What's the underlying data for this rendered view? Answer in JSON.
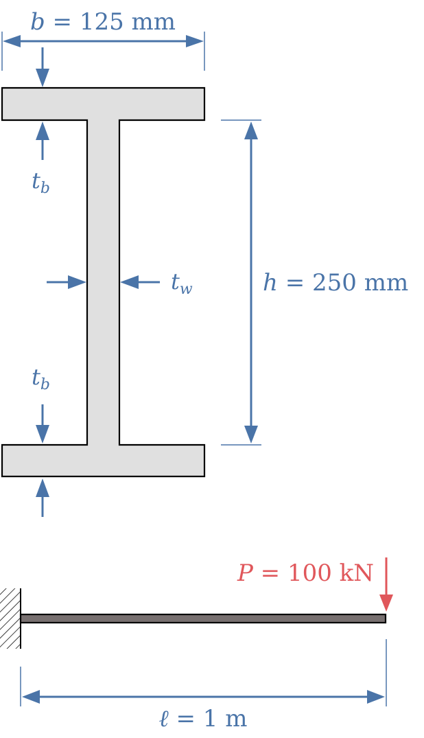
{
  "colors": {
    "dimension": "#4a74a8",
    "load": "#e0575b",
    "section_fill": "#e0e0e0",
    "beam_fill": "#787070",
    "outline": "#000000"
  },
  "cross_section": {
    "width_label": {
      "symbol": "b",
      "eq": " = ",
      "value": "125 mm"
    },
    "height_label": {
      "symbol": "h",
      "eq": " = ",
      "value": "250 mm"
    },
    "flange_thickness_top": {
      "symbol": "t",
      "sub": "b"
    },
    "flange_thickness_bottom": {
      "symbol": "t",
      "sub": "b"
    },
    "web_thickness": {
      "symbol": "t",
      "sub": "w"
    }
  },
  "beam": {
    "load_label": {
      "symbol": "P",
      "eq": " = ",
      "value": "100 kN"
    },
    "length_label": {
      "symbol": "ℓ",
      "eq": " = ",
      "value": "1 m"
    },
    "support": "fixed"
  }
}
